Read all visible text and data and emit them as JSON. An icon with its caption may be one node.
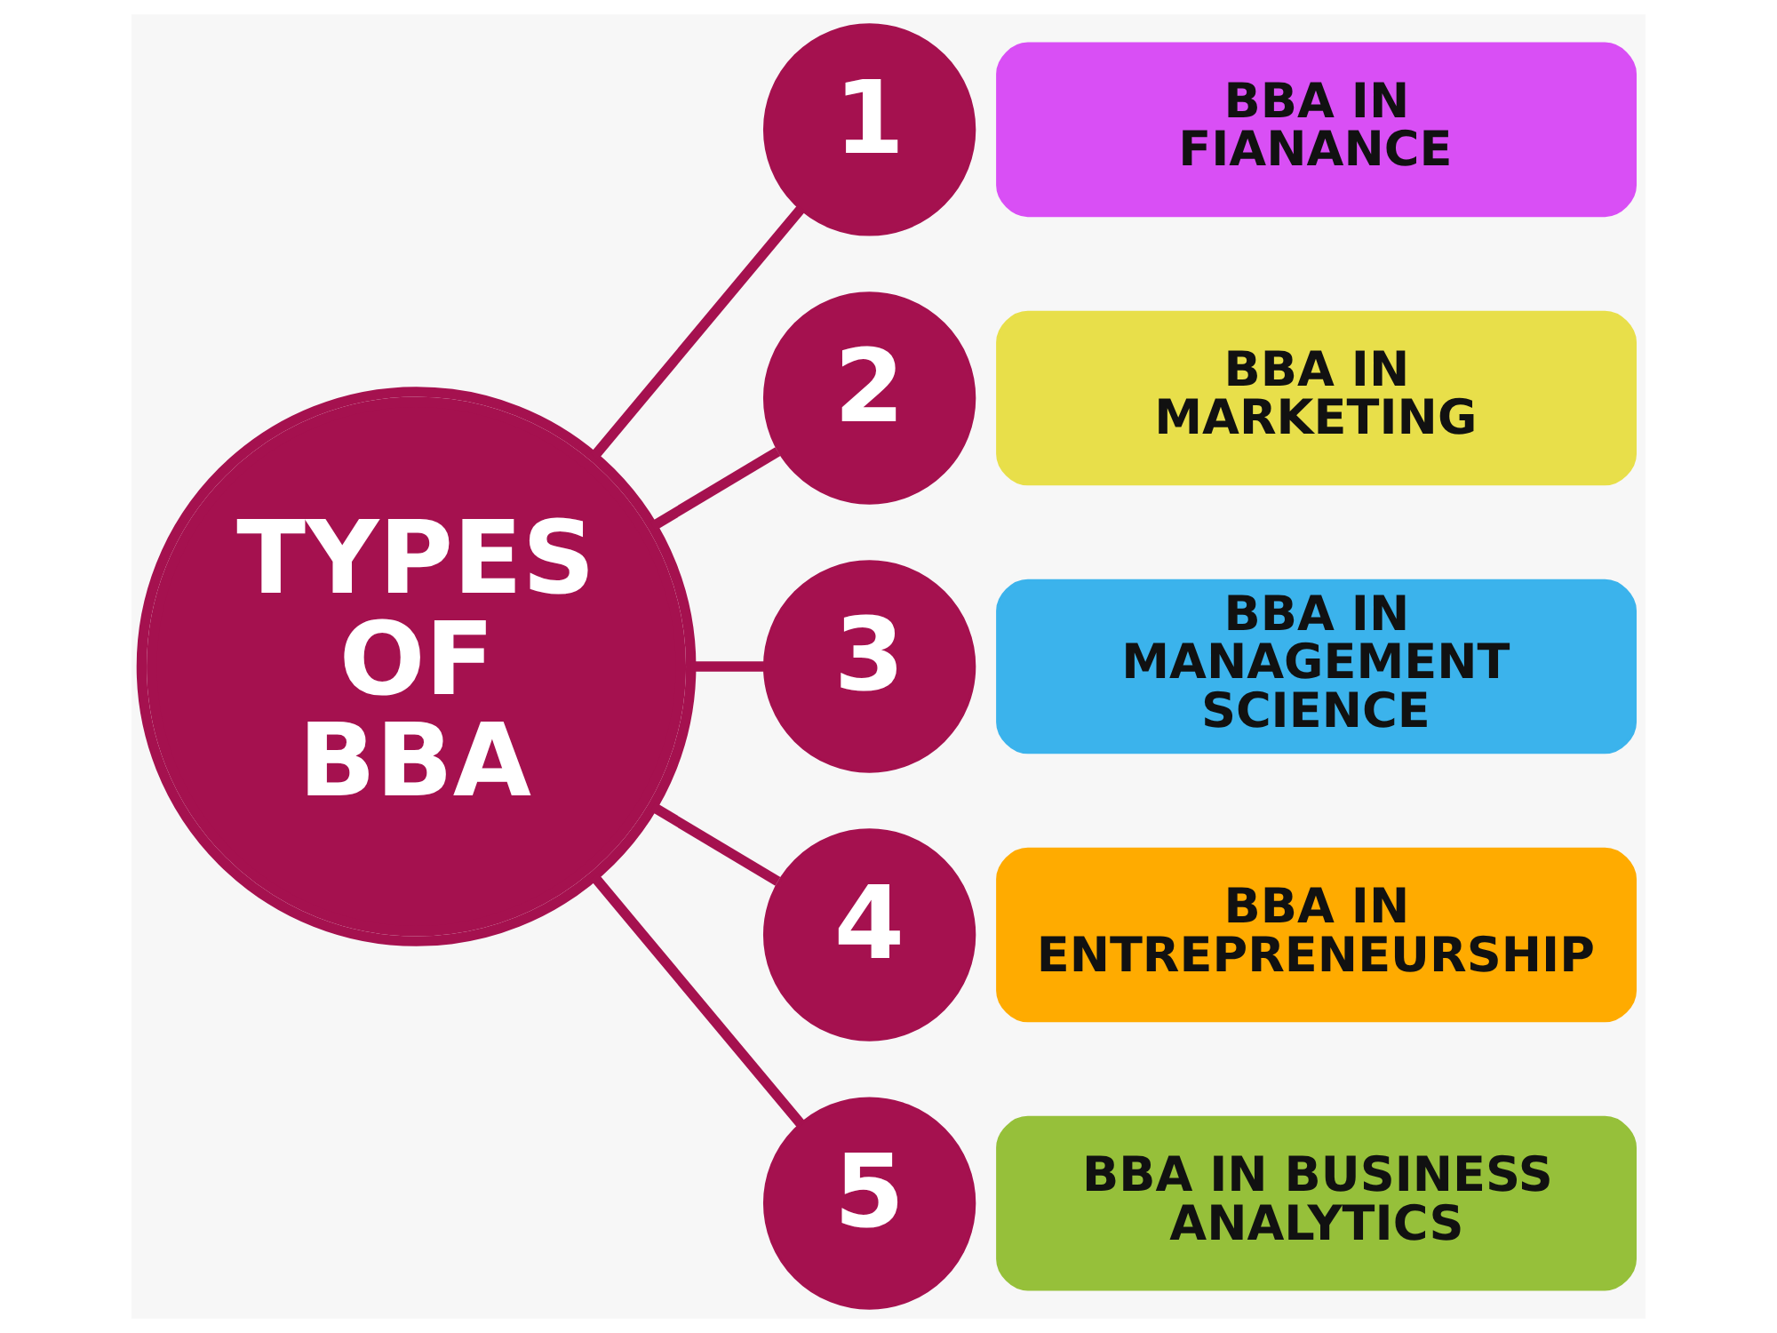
{
  "diagram": {
    "nodes": [
      {
        "text": [
          "TYPES OF BBA"
        ]
      },
      {
        "text": [
          "1"
        ]
      },
      {
        "text": [
          "BBA IN FIANANCE"
        ]
      },
      {
        "text": [
          "2"
        ]
      },
      {
        "text": [
          "BBA IN MARKETING"
        ]
      },
      {
        "text": [
          "3"
        ]
      },
      {
        "text": [
          "BBA IN MANAGEMENT SCIENCE"
        ]
      },
      {
        "text": [
          "4"
        ]
      },
      {
        "text": [
          "BBA IN ENTREPRENEURSHIP"
        ]
      },
      {
        "text": [
          "5"
        ]
      },
      {
        "text": [
          "BBA IN BUSINESS ANALYTICS"
        ]
      }
    ],
    "edges": [
      {
        "from": 0,
        "to": 1,
        "arrow": "none"
      },
      {
        "from": 0,
        "to": 3,
        "arrow": "none"
      },
      {
        "from": 0,
        "to": 5,
        "arrow": "none"
      },
      {
        "from": 0,
        "to": 7,
        "arrow": "none"
      },
      {
        "from": 0,
        "to": 9,
        "arrow": "none"
      }
    ]
  }
}
